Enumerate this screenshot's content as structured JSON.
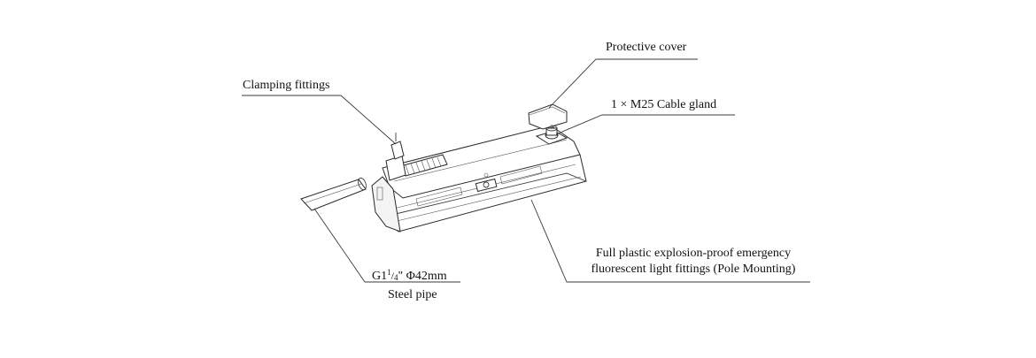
{
  "labels": {
    "protective_cover": "Protective cover",
    "clamping_fittings": "Clamping fittings",
    "cable_gland": "1 × M25 Cable gland",
    "light_fittings_line1": "Full plastic explosion-proof emergency",
    "light_fittings_line2": "fluorescent light fittings (Pole Mounting)",
    "pipe_size_prefix": "G1",
    "pipe_size_frac_num": "1",
    "pipe_size_frac_slash": "/",
    "pipe_size_frac_den": "4",
    "pipe_size_suffix": "\" Φ42mm",
    "steel_pipe": "Steel pipe"
  }
}
